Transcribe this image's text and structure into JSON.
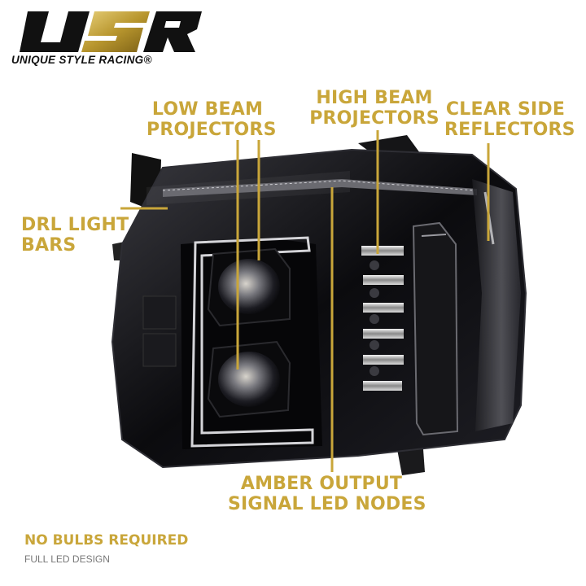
{
  "brand": {
    "logo_letters": "USR",
    "name": "UNIQUE STYLE RACING®",
    "accent_color": "#b8962e"
  },
  "callouts": {
    "low_beam": [
      "LOW BEAM",
      "PROJECTORS"
    ],
    "high_beam": [
      "HIGH BEAM",
      "PROJECTORS"
    ],
    "side_reflectors": [
      "CLEAR SIDE",
      "REFLECTORS"
    ],
    "drl": [
      "DRL LIGHT",
      "BARS"
    ],
    "amber": [
      "AMBER OUTPUT",
      "SIGNAL LED NODES"
    ]
  },
  "footer": {
    "title": "NO BULBS REQUIRED",
    "subtitle": "FULL LED DESIGN"
  },
  "colors": {
    "callout_gold": "#c9a63a",
    "housing_black": "#0d0d0f"
  }
}
